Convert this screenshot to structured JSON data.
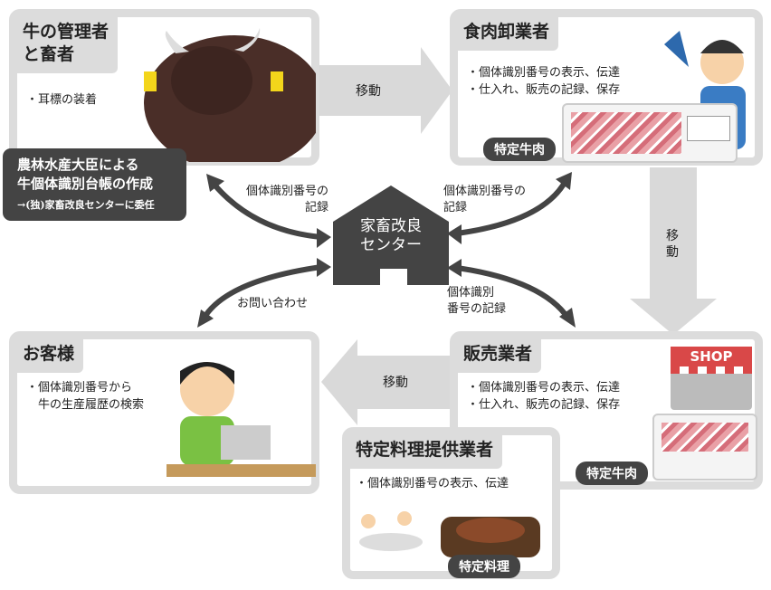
{
  "panels": {
    "farmer": {
      "title": "牛の管理者\nと畜者",
      "note": "・耳標の装着"
    },
    "wholesaler": {
      "title": "食肉卸業者",
      "note": "・個体識別番号の表示、伝達\n・仕入れ、販売の記録、保存",
      "badge": "特定牛肉"
    },
    "customer": {
      "title": "お客様",
      "note": "・個体識別番号から\n　牛の生産履歴の検索"
    },
    "retailer": {
      "title": "販売業者",
      "note": "・個体識別番号の表示、伝達\n・仕入れ、販売の記録、保存",
      "badge": "特定牛肉",
      "shop_sign": "SHOP"
    },
    "restaurant": {
      "title": "特定料理提供業者",
      "note": "・個体識別番号の表示、伝達",
      "badge": "特定料理"
    }
  },
  "minister_box": {
    "line1": "農林水産大臣による",
    "line2": "牛個体識別台帳の作成",
    "line3": "→(独)家畜改良センターに委任"
  },
  "center": {
    "label": "家畜改良\nセンター"
  },
  "arrows": {
    "move_right": "移動",
    "move_down": "移動",
    "move_left": "移動",
    "record_left": "個体識別番号の\n記録",
    "record_right": "個体識別番号の\n記録",
    "record_retail": "個体識別\n番号の記録",
    "inquiry": "お問い合わせ"
  },
  "colors": {
    "dark": "#444444",
    "panel_border": "#dcdcdc",
    "arrow": "#d9d9d9"
  }
}
